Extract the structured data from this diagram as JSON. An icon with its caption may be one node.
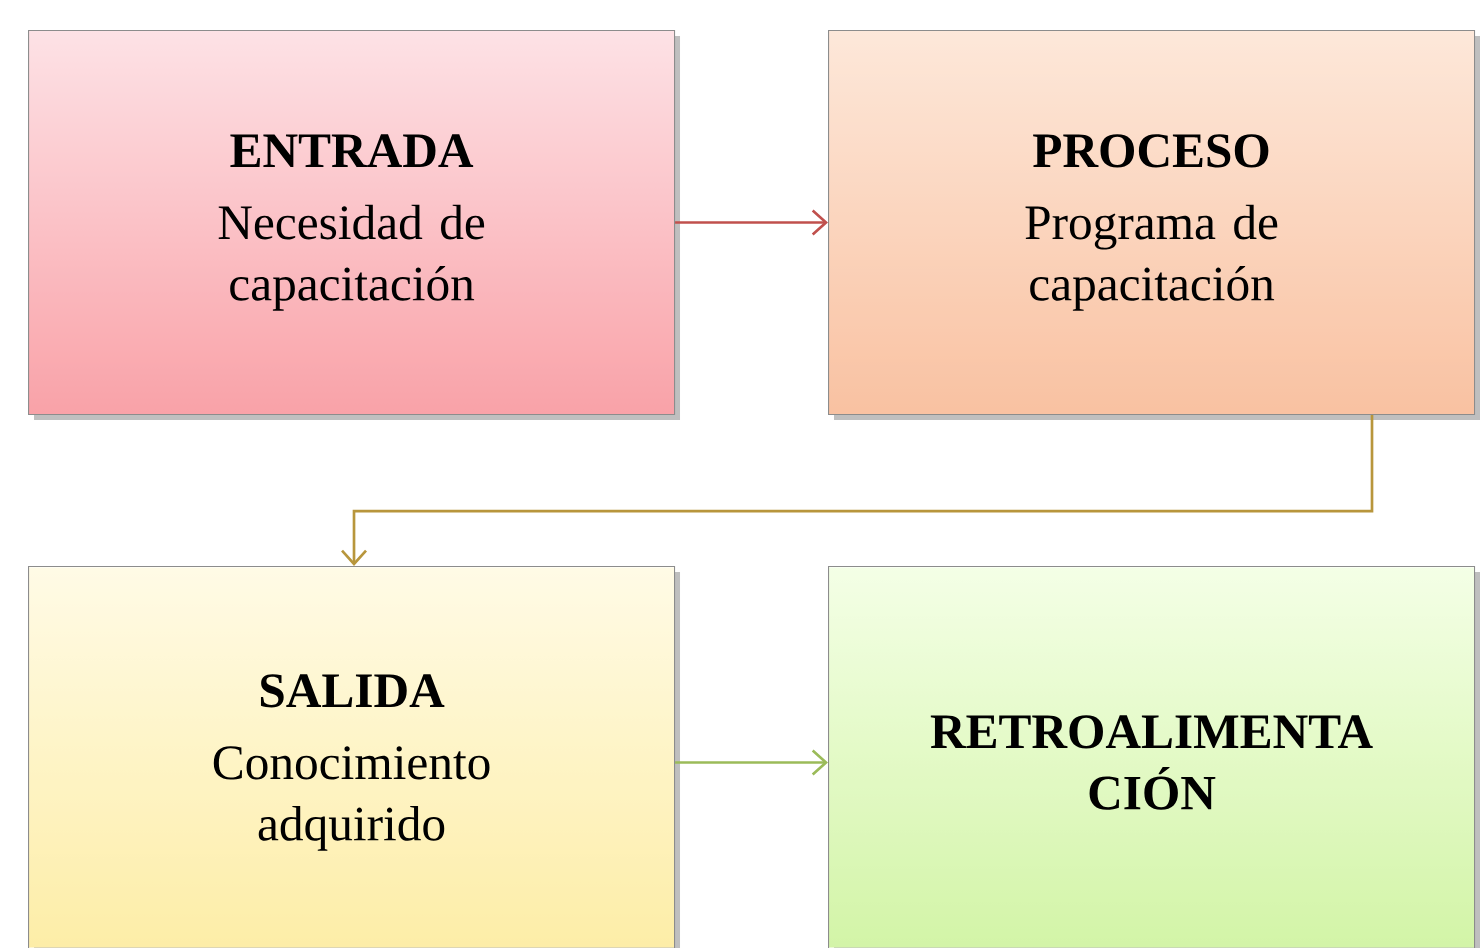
{
  "diagram": {
    "nodes": [
      {
        "text": [
          "ENTRADA",
          "Necesidad de capacitación"
        ]
      },
      {
        "text": [
          "PROCESO",
          "Programa de capacitación"
        ]
      },
      {
        "text": [
          "SALIDA",
          "Conocimiento adquirido"
        ]
      },
      {
        "text": [
          "RETROALIMENTA CIÓN"
        ]
      }
    ],
    "edges": [
      {
        "from": 0,
        "to": 1,
        "arrow": "to",
        "color": "#c0504d"
      },
      {
        "from": 1,
        "to": 2,
        "arrow": "to",
        "color": "#b8963c"
      },
      {
        "from": 2,
        "to": 3,
        "arrow": "to",
        "color": "#9bbb59"
      }
    ]
  }
}
